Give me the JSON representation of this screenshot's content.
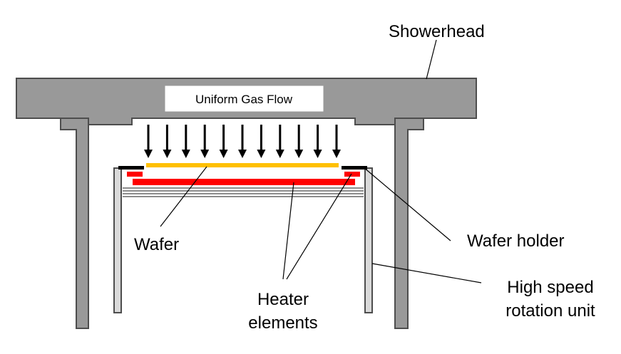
{
  "labels": {
    "showerhead": "Showerhead",
    "gas_flow": "Uniform Gas Flow",
    "wafer": "Wafer",
    "wafer_holder": "Wafer holder",
    "heater_line1": "Heater",
    "heater_line2": "elements",
    "rotation_line1": "High speed",
    "rotation_line2": "rotation unit"
  },
  "colors": {
    "structure_fill": "#999999",
    "outline": "#4d4d4d",
    "wafer": "#ffc000",
    "heater": "#ff0000",
    "arrow": "#000000"
  },
  "arrow_count": 11
}
